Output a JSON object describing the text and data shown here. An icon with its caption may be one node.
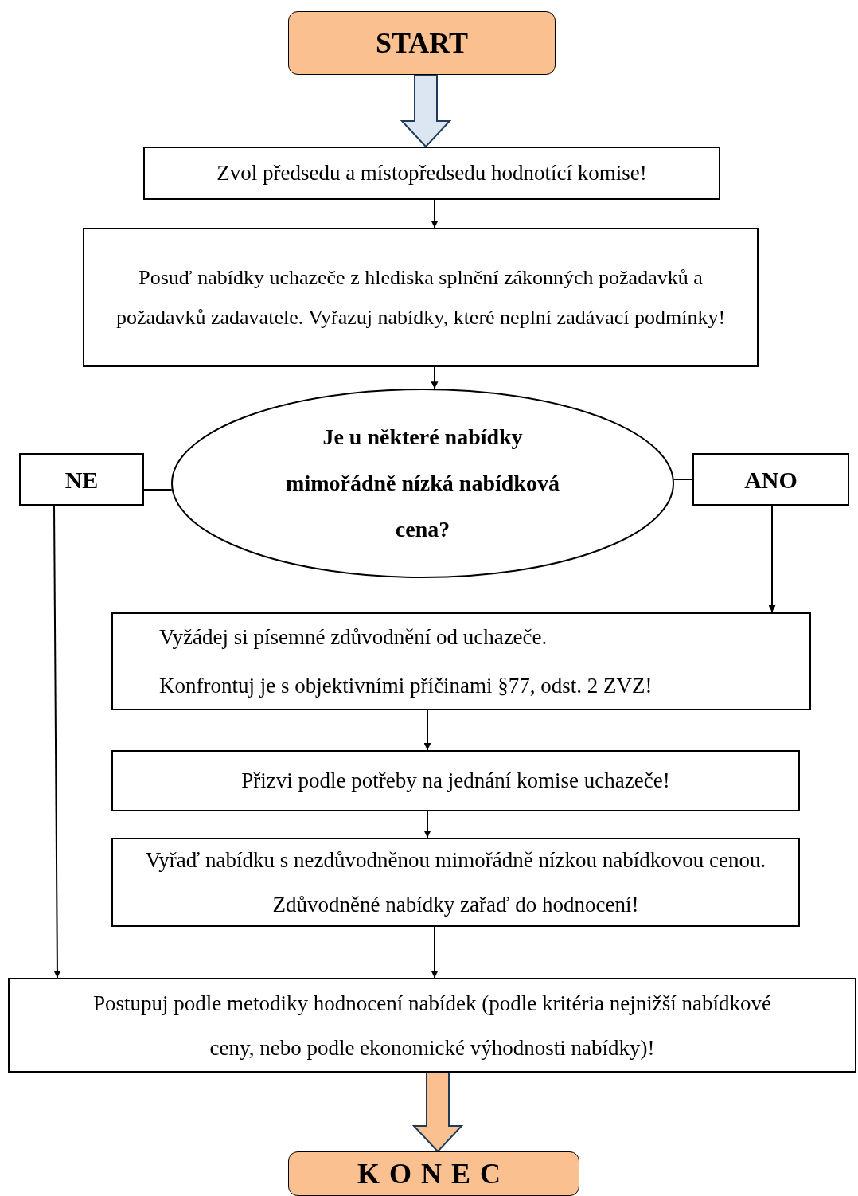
{
  "diagram": {
    "nodes": [
      {
        "text": [
          "START"
        ]
      },
      {
        "text": [
          "Zvol předsedu a místopředsedu hodnotící komise!"
        ]
      },
      {
        "text": [
          "Posuď nabídky uchazeče z hlediska splnění zákonných požadavků a požadavků zadavatele. Vyřazuj nabídky, které neplní zadávací podmínky!"
        ]
      },
      {
        "text": [
          "Je u některé nabídky mimořádně nízká nabídková cena?"
        ]
      },
      {
        "text": [
          "NE"
        ]
      },
      {
        "text": [
          "ANO"
        ]
      },
      {
        "text": [
          "Vyžádej si písemné zdůvodnění od uchazeče.",
          "Konfrontuj je s objektivními příčinami §77, odst. 2 ZVZ!"
        ]
      },
      {
        "text": [
          "Přizvi podle potřeby na jednání komise uchazeče!"
        ]
      },
      {
        "text": [
          "Vyřaď nabídku s nezdůvodněnou mimořádně nízkou nabídkovou cenou. Zdůvodněné nabídky zařaď do hodnocení!"
        ]
      },
      {
        "text": [
          "Postupuj podle metodiky hodnocení nabídek (podle kritéria nejnižší nabídkové ceny, nebo podle ekonomické výhodnosti nabídky)!"
        ]
      },
      {
        "text": [
          "KONEC"
        ]
      }
    ],
    "edges": [
      {
        "from": 0,
        "to": 1,
        "arrow": "to",
        "style": "thick",
        "color": "#dce6f2"
      },
      {
        "from": 1,
        "to": 2,
        "arrow": "to"
      },
      {
        "from": 2,
        "to": 3,
        "arrow": "to"
      },
      {
        "from": 3,
        "to": 4,
        "arrow": "none"
      },
      {
        "from": 3,
        "to": 5,
        "arrow": "none"
      },
      {
        "from": 5,
        "to": 6,
        "arrow": "to"
      },
      {
        "from": 6,
        "to": 7,
        "arrow": "to"
      },
      {
        "from": 7,
        "to": 8,
        "arrow": "to"
      },
      {
        "from": 8,
        "to": 9,
        "arrow": "to"
      },
      {
        "from": 4,
        "to": 9,
        "arrow": "to"
      },
      {
        "from": 9,
        "to": 10,
        "arrow": "to",
        "style": "thick",
        "color": "#fac090"
      }
    ]
  }
}
